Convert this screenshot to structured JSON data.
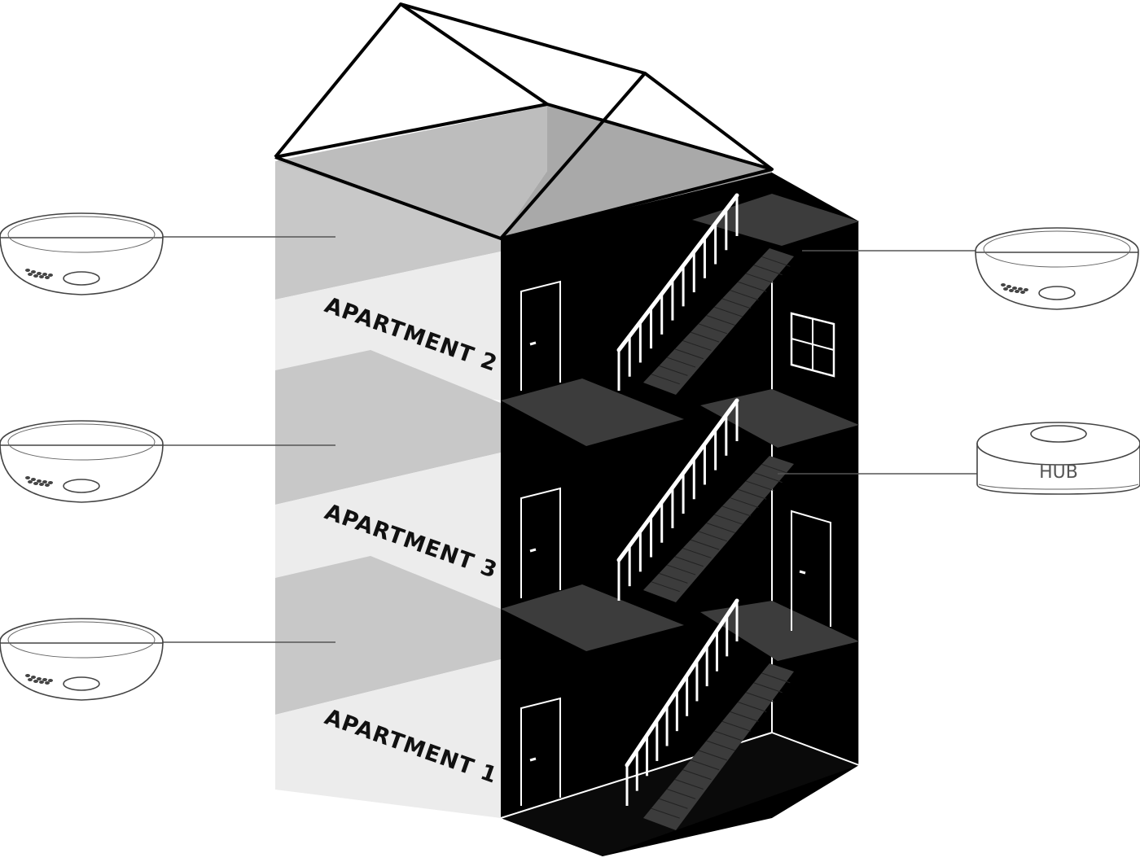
{
  "diagram": {
    "building": {
      "apartments": [
        {
          "label": "APARTMENT 2"
        },
        {
          "label": "APARTMENT 3"
        },
        {
          "label": "APARTMENT 1"
        }
      ]
    },
    "devices": {
      "smoke_alarms": [
        {
          "icon": "smoke-alarm-icon"
        },
        {
          "icon": "smoke-alarm-icon"
        },
        {
          "icon": "smoke-alarm-icon"
        },
        {
          "icon": "smoke-alarm-icon"
        }
      ],
      "hub": {
        "label": "HUB",
        "icon": "hub-icon"
      }
    },
    "colors": {
      "stairwell": "#000000",
      "landing": "#3c3c3c",
      "wall_light": "#ececec",
      "wall_mid": "#c8c8c8",
      "roof_fill": "#bdbdbd"
    }
  }
}
